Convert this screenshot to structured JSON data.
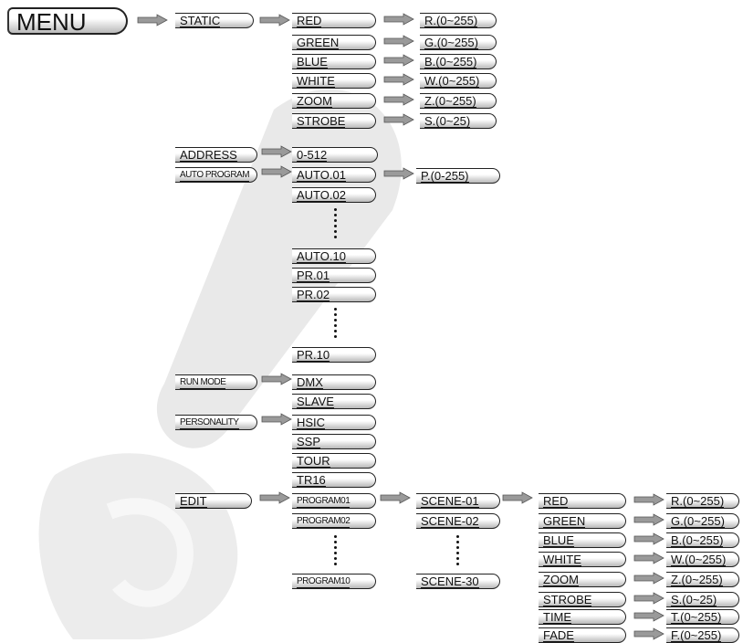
{
  "menu_root": "MENU",
  "static": {
    "label": "STATIC",
    "items": [
      {
        "label": "RED",
        "value": "R.(0~255)"
      },
      {
        "label": "GREEN",
        "value": "G.(0~255)"
      },
      {
        "label": "BLUE",
        "value": "B.(0~255)"
      },
      {
        "label": "WHITE",
        "value": "W.(0~255)"
      },
      {
        "label": "ZOOM",
        "value": "Z.(0~255)"
      },
      {
        "label": "STROBE",
        "value": "S.(0~25)"
      }
    ]
  },
  "address": {
    "label": "ADDRESS",
    "value": "0-512"
  },
  "auto_program": {
    "label": "AUTO PROGRAM",
    "first": "AUTO.01",
    "first_value": "P.(0-255)",
    "second": "AUTO.02",
    "last": "AUTO.10",
    "pr_first": "PR.01",
    "pr_second": "PR.02",
    "pr_last": "PR.10"
  },
  "run_mode": {
    "label": "RUN MODE",
    "options": [
      "DMX",
      "SLAVE"
    ]
  },
  "personality": {
    "label": "PERSONALITY",
    "options": [
      "HSIC",
      "SSP",
      "TOUR",
      "TR16"
    ]
  },
  "edit": {
    "label": "EDIT",
    "programs": [
      "PROGRAM01",
      "PROGRAM02",
      "PROGRAM10"
    ],
    "scenes": [
      "SCENE-01",
      "SCENE-02",
      "SCENE-30"
    ],
    "scene_items": [
      {
        "label": "RED",
        "value": "R.(0~255)"
      },
      {
        "label": "GREEN",
        "value": "G.(0~255)"
      },
      {
        "label": "BLUE",
        "value": "B.(0~255)"
      },
      {
        "label": "WHITE",
        "value": "W.(0~255)"
      },
      {
        "label": "ZOOM",
        "value": "Z.(0~255)"
      },
      {
        "label": "STROBE",
        "value": "S.(0~25)"
      },
      {
        "label": "TIME",
        "value": "T.(0~255)"
      },
      {
        "label": "FADE",
        "value": "F.(0~255)"
      }
    ]
  }
}
